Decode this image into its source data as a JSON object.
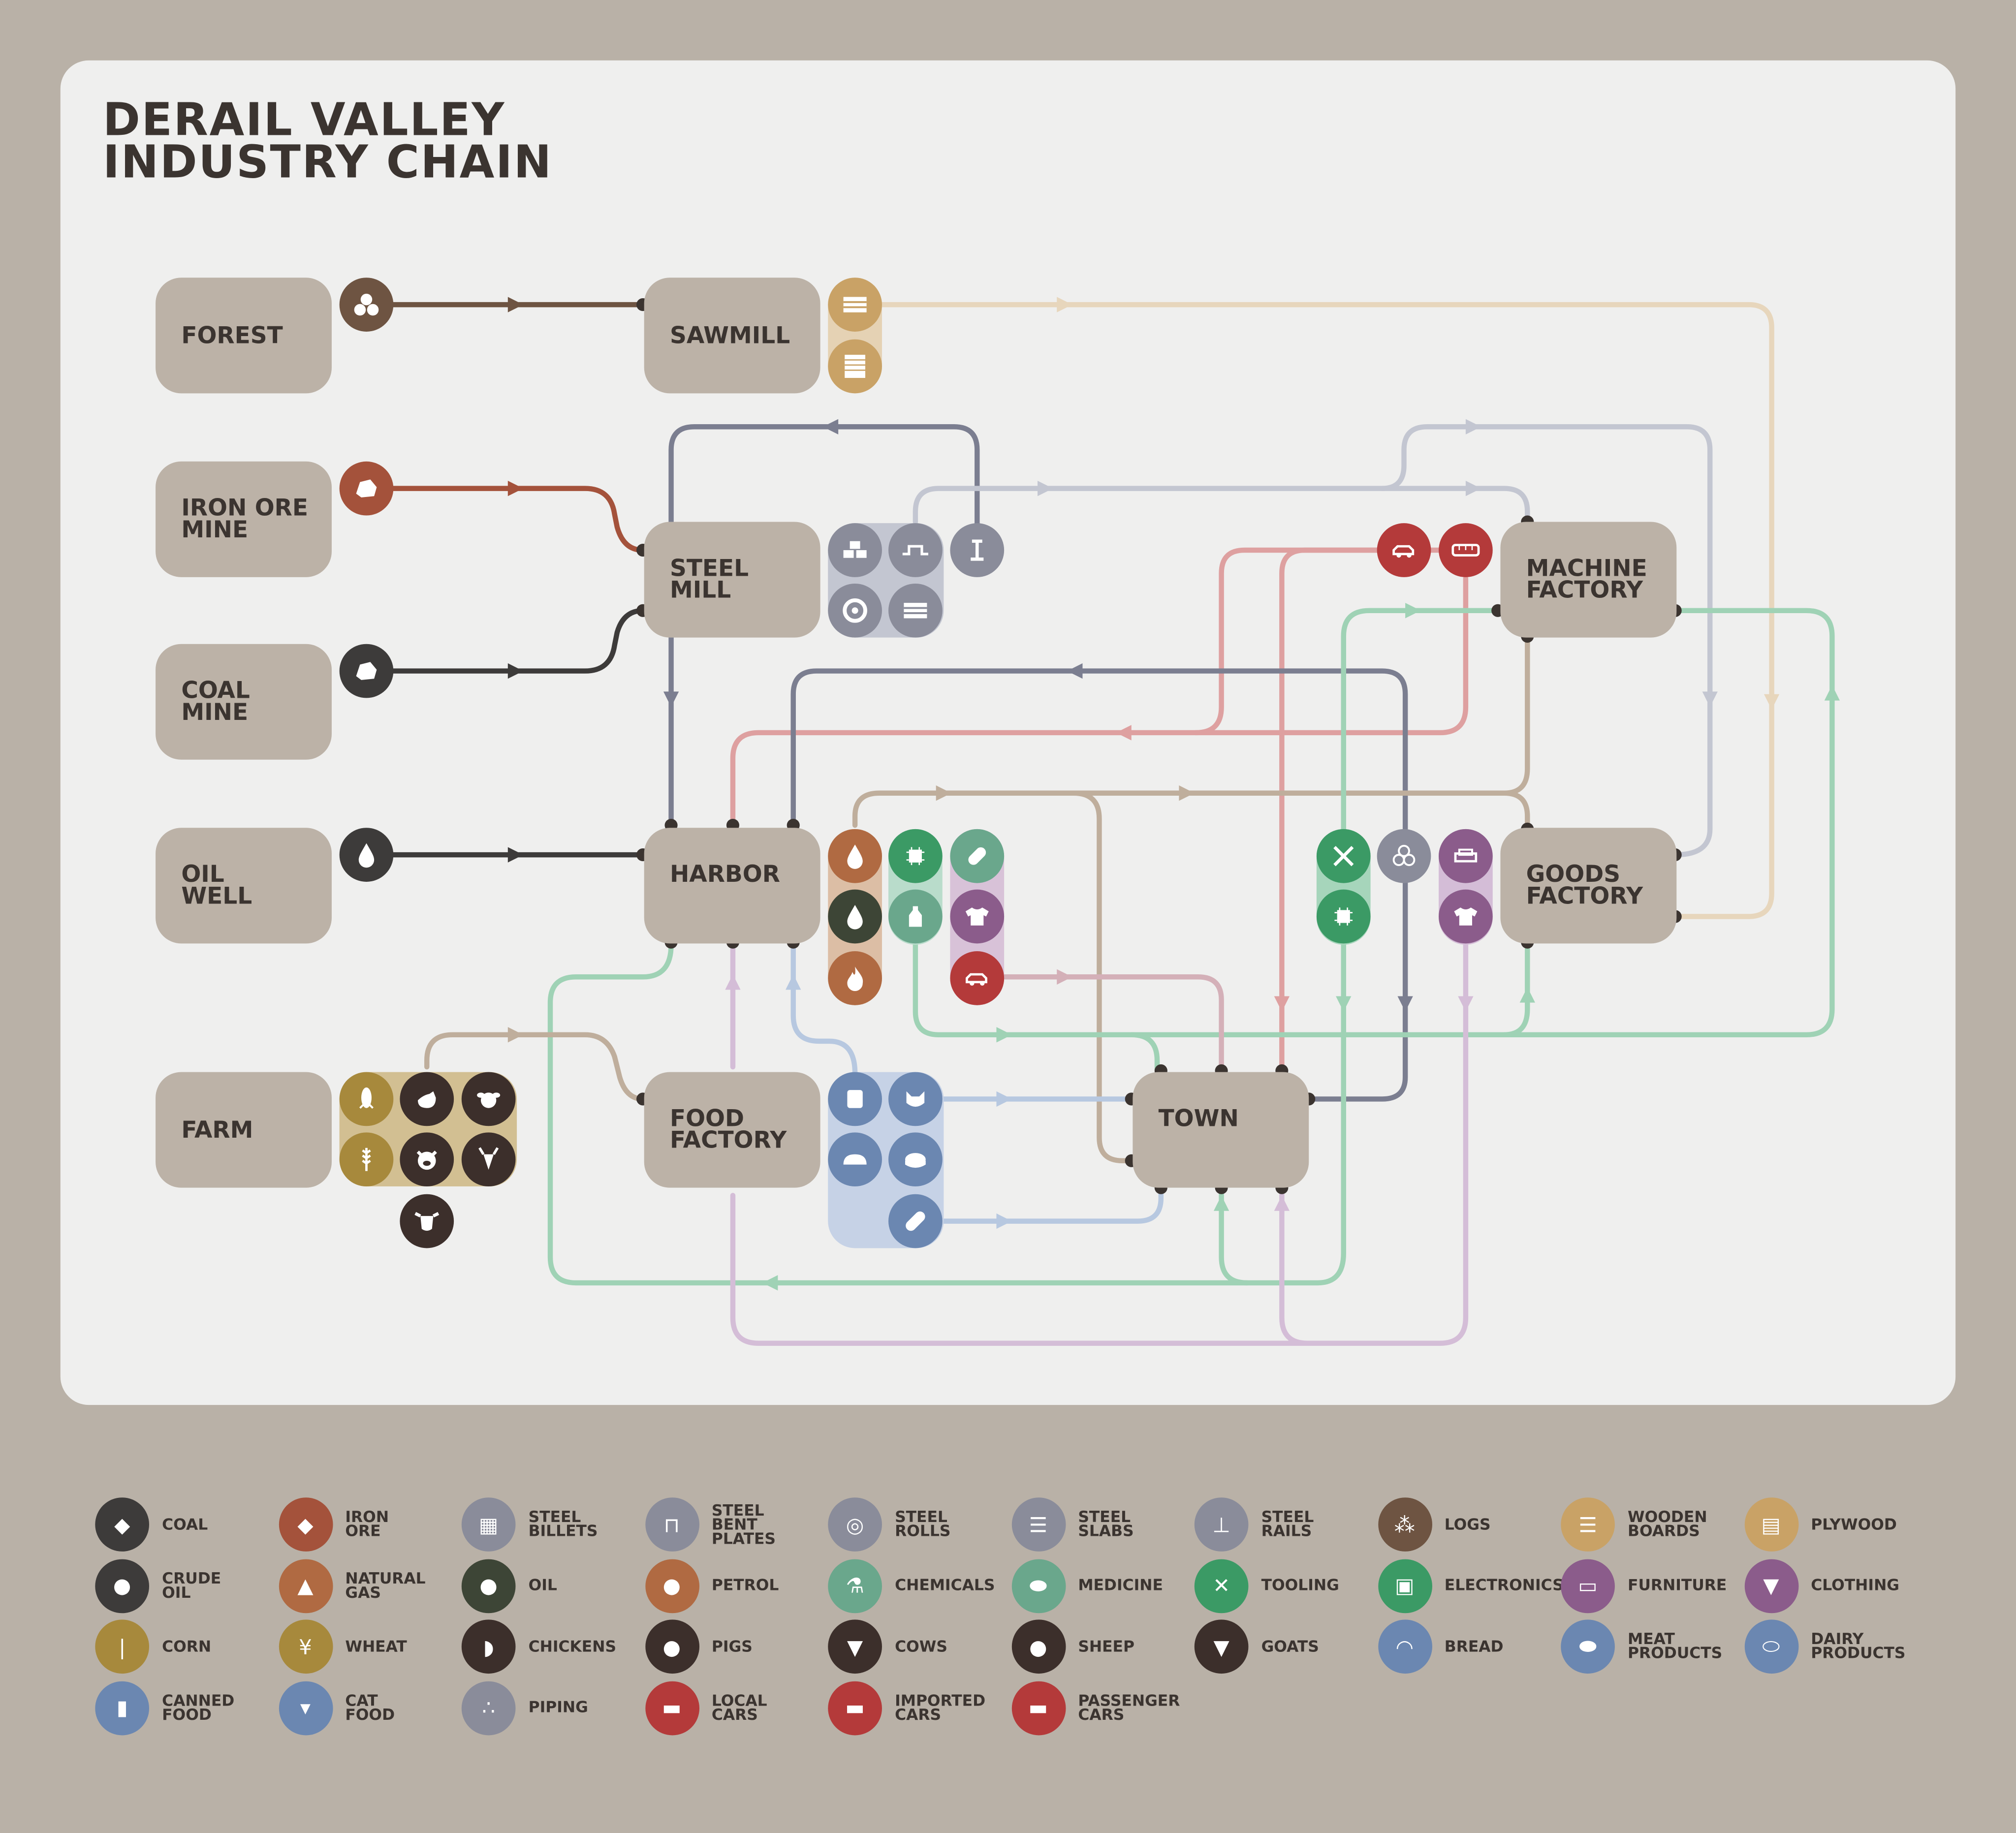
{
  "title": [
    "DERAIL VALLEY",
    "INDUSTRY CHAIN"
  ],
  "nodes": {
    "forest": "FOREST",
    "sawmill": "SAWMILL",
    "iron_ore_mine": "IRON ORE\nMINE",
    "steel_mill": "STEEL\nMILL",
    "coal_mine": "COAL\nMINE",
    "oil_well": "OIL\nWELL",
    "harbor": "HARBOR",
    "machine_factory": "MACHINE\nFACTORY",
    "goods_factory": "GOODS\nFACTORY",
    "farm": "FARM",
    "food_factory": "FOOD\nFACTORY",
    "town": "TOWN"
  },
  "colors": {
    "coal": "#3d3b3a",
    "iron_ore": "#a4523b",
    "steel": "#8a8c9a",
    "logs": "#6e5442",
    "wood": "#c9a266",
    "crude_oil": "#3d3b3a",
    "natural_gas": "#b06a42",
    "oil": "#3d4536",
    "petrol": "#b06a42",
    "corn": "#a7893c",
    "wheat": "#a7893c",
    "livestock": "#3c2f2b",
    "food": "#6b87b1",
    "green": "#3b9a65",
    "medicine": "#6aa78c",
    "purple": "#8b5c8b",
    "cars": "#b43a3a"
  },
  "legend": [
    {
      "label": "COAL",
      "color": "#3d3b3a",
      "icon": "coal-icon"
    },
    {
      "label": "IRON\nORE",
      "color": "#a4523b",
      "icon": "iron-ore-icon"
    },
    {
      "label": "STEEL\nBILLETS",
      "color": "#8a8c9a",
      "icon": "steel-billets-icon"
    },
    {
      "label": "STEEL\nBENT PLATES",
      "color": "#8a8c9a",
      "icon": "steel-bent-plates-icon"
    },
    {
      "label": "STEEL\nROLLS",
      "color": "#8a8c9a",
      "icon": "steel-rolls-icon"
    },
    {
      "label": "STEEL\nSLABS",
      "color": "#8a8c9a",
      "icon": "steel-slabs-icon"
    },
    {
      "label": "STEEL\nRAILS",
      "color": "#8a8c9a",
      "icon": "steel-rails-icon"
    },
    {
      "label": "LOGS",
      "color": "#6e5442",
      "icon": "logs-icon"
    },
    {
      "label": "WOODEN\nBOARDS",
      "color": "#c9a266",
      "icon": "wooden-boards-icon"
    },
    {
      "label": "PLYWOOD",
      "color": "#c9a266",
      "icon": "plywood-icon"
    },
    {
      "label": "CRUDE\nOIL",
      "color": "#3d3b3a",
      "icon": "crude-oil-icon"
    },
    {
      "label": "NATURAL\nGAS",
      "color": "#b06a42",
      "icon": "natural-gas-icon"
    },
    {
      "label": "OIL",
      "color": "#3d4536",
      "icon": "oil-icon"
    },
    {
      "label": "PETROL",
      "color": "#b06a42",
      "icon": "petrol-icon"
    },
    {
      "label": "CHEMICALS",
      "color": "#6aa78c",
      "icon": "chemicals-icon"
    },
    {
      "label": "MEDICINE",
      "color": "#6aa78c",
      "icon": "medicine-icon"
    },
    {
      "label": "TOOLING",
      "color": "#3b9a65",
      "icon": "tooling-icon"
    },
    {
      "label": "ELECTRONICS",
      "color": "#3b9a65",
      "icon": "electronics-icon"
    },
    {
      "label": "FURNITURE",
      "color": "#8b5c8b",
      "icon": "furniture-icon"
    },
    {
      "label": "CLOTHING",
      "color": "#8b5c8b",
      "icon": "clothing-icon"
    },
    {
      "label": "CORN",
      "color": "#a7893c",
      "icon": "corn-icon"
    },
    {
      "label": "WHEAT",
      "color": "#a7893c",
      "icon": "wheat-icon"
    },
    {
      "label": "CHICKENS",
      "color": "#3c2f2b",
      "icon": "chickens-icon"
    },
    {
      "label": "PIGS",
      "color": "#3c2f2b",
      "icon": "pigs-icon"
    },
    {
      "label": "COWS",
      "color": "#3c2f2b",
      "icon": "cows-icon"
    },
    {
      "label": "SHEEP",
      "color": "#3c2f2b",
      "icon": "sheep-icon"
    },
    {
      "label": "GOATS",
      "color": "#3c2f2b",
      "icon": "goats-icon"
    },
    {
      "label": "BREAD",
      "color": "#6b87b1",
      "icon": "bread-icon"
    },
    {
      "label": "MEAT\nPRODUCTS",
      "color": "#6b87b1",
      "icon": "meat-products-icon"
    },
    {
      "label": "DAIRY\nPRODUCTS",
      "color": "#6b87b1",
      "icon": "dairy-products-icon"
    },
    {
      "label": "CANNED\nFOOD",
      "color": "#6b87b1",
      "icon": "canned-food-icon"
    },
    {
      "label": "CAT\nFOOD",
      "color": "#6b87b1",
      "icon": "cat-food-icon"
    },
    {
      "label": "PIPING",
      "color": "#8a8c9a",
      "icon": "piping-icon"
    },
    {
      "label": "LOCAL\nCARS",
      "color": "#b43a3a",
      "icon": "local-cars-icon"
    },
    {
      "label": "IMPORTED\nCARS",
      "color": "#b43a3a",
      "icon": "imported-cars-icon"
    },
    {
      "label": "PASSENGER\nCARS",
      "color": "#b43a3a",
      "icon": "passenger-cars-icon"
    }
  ]
}
